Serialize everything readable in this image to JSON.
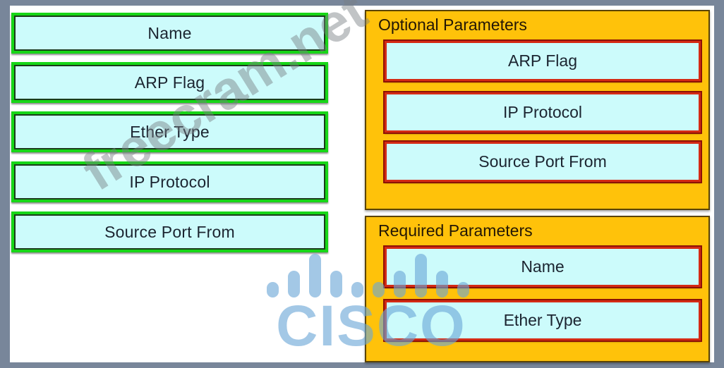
{
  "meta": {
    "colors": {
      "frame": "#78869a",
      "canvas": "#ffffff",
      "tile_fill": "#ccfbfb",
      "green_border": "#17d617",
      "orange_panel": "#ffc20a",
      "red_border": "#d42a14",
      "text": "#1b2430",
      "watermark_gray": "#787e82",
      "cisco_blue": "#6aa6d6"
    }
  },
  "left_column": {
    "name": "source-tiles",
    "tiles": [
      {
        "label": "Name"
      },
      {
        "label": "ARP Flag"
      },
      {
        "label": "Ether Type"
      },
      {
        "label": "IP Protocol"
      },
      {
        "label": "Source Port From"
      }
    ]
  },
  "panels": [
    {
      "id": "optional",
      "title": "Optional Parameters",
      "tiles": [
        {
          "label": "ARP Flag"
        },
        {
          "label": "IP Protocol"
        },
        {
          "label": "Source Port From"
        }
      ]
    },
    {
      "id": "required",
      "title": "Required Parameters",
      "tiles": [
        {
          "label": "Name"
        },
        {
          "label": "Ether Type"
        }
      ]
    }
  ],
  "watermarks": {
    "site": "freecram.net",
    "brand": "CISCO",
    "brand_bar_heights": [
      22,
      38,
      62,
      38,
      22,
      22,
      38,
      62,
      38,
      22
    ]
  }
}
